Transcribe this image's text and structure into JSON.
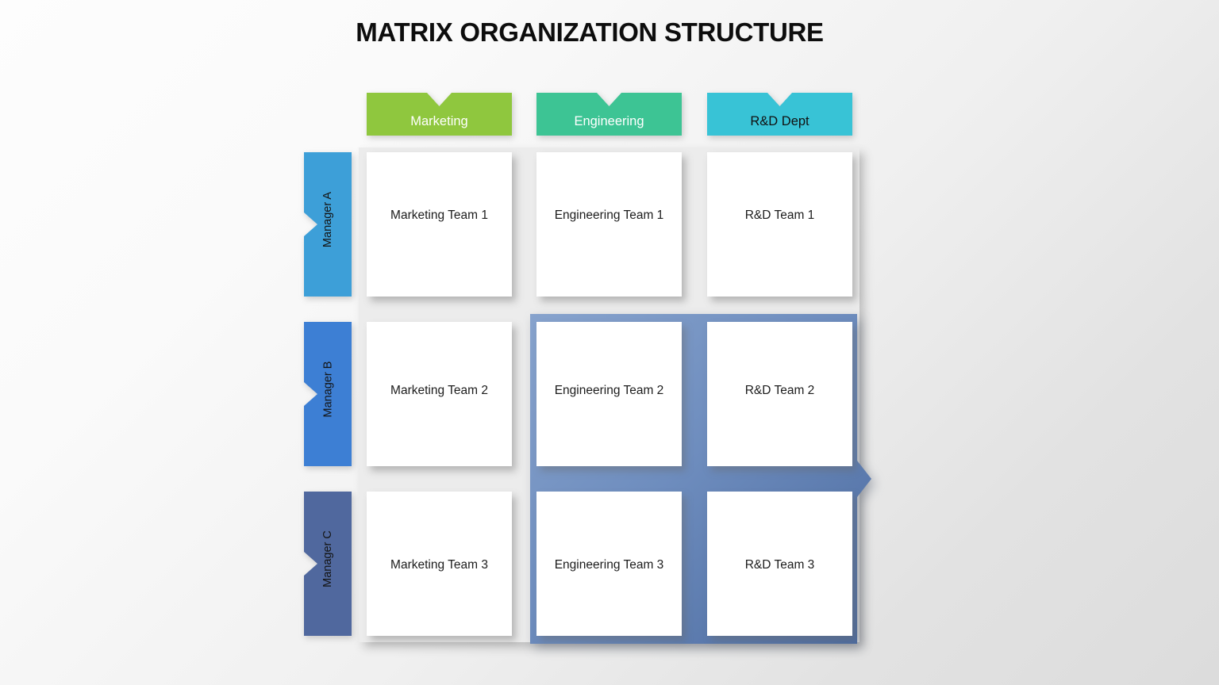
{
  "slide": {
    "title": "MATRIX ORGANIZATION STRUCTURE",
    "background_from": "#fdfdfd",
    "background_to": "#dcdcdc",
    "panel_color": "#ececec"
  },
  "columns": [
    {
      "label": "Marketing",
      "color": "#8fc73e",
      "text_color": "#ffffff"
    },
    {
      "label": "Engineering",
      "color": "#3dc494",
      "text_color": "#ffffff"
    },
    {
      "label": "R&D Dept",
      "color": "#38c3d6",
      "text_color": "#111111"
    }
  ],
  "rows": [
    {
      "label": "Manager A",
      "color": "#3d9fd8",
      "text_color": "#141414"
    },
    {
      "label": "Manager B",
      "color": "#3d7fd4",
      "text_color": "#141414"
    },
    {
      "label": "Manager C",
      "color": "#50689e",
      "text_color": "#141414"
    }
  ],
  "cells": [
    [
      "Marketing Team 1",
      "Engineering Team 1",
      "R&D Team 1"
    ],
    [
      "Marketing Team 2",
      "Engineering Team 2",
      "R&D Team 2"
    ],
    [
      "Marketing Team 3",
      "Engineering Team 3",
      "R&D Team 3"
    ]
  ],
  "highlight": {
    "color_light": "#7d9bc8",
    "color_dark": "#4f6da4",
    "covers_rows": "Manager B, Manager C",
    "covers_columns": "Engineering, R&D Dept",
    "arrow_direction": "right"
  }
}
